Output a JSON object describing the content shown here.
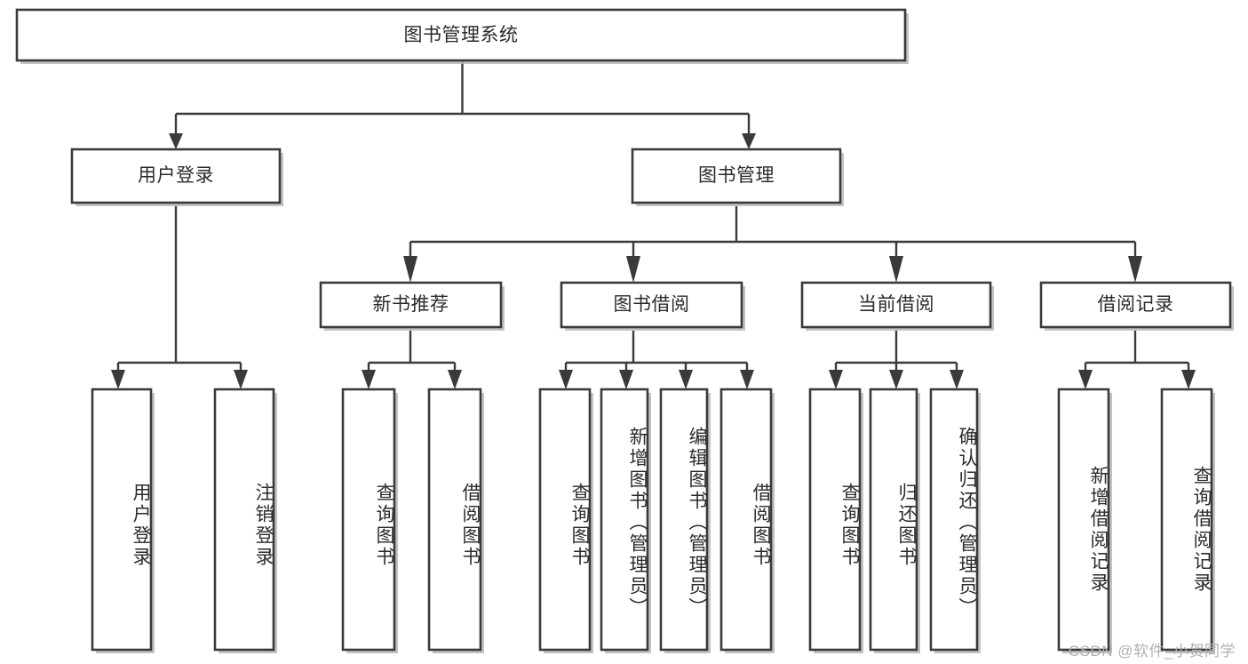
{
  "diagram": {
    "type": "tree",
    "title": "图书管理系统",
    "watermark": "CSDN @软件_小贺同学",
    "colors": {
      "box_stroke": "#3a3a3a",
      "box_fill": "#ffffff",
      "text": "#2b2b2b",
      "background": "#ffffff",
      "watermark": "#b0b0b0"
    },
    "root": {
      "label": "图书管理系统"
    },
    "level2": [
      {
        "label": "用户登录"
      },
      {
        "label": "图书管理"
      }
    ],
    "level3": [
      {
        "label": "新书推荐"
      },
      {
        "label": "图书借阅"
      },
      {
        "label": "当前借阅"
      },
      {
        "label": "借阅记录"
      }
    ],
    "leaves": {
      "user_login": [
        {
          "label": "用户登录"
        },
        {
          "label": "注销登录"
        }
      ],
      "new_book_recommend": [
        {
          "label": "查询图书"
        },
        {
          "label": "借阅图书"
        }
      ],
      "book_borrow": [
        {
          "label": "查询图书"
        },
        {
          "label": "新增图书（管理员）"
        },
        {
          "label": "编辑图书（管理员）"
        },
        {
          "label": "借阅图书"
        }
      ],
      "current_borrow": [
        {
          "label": "查询图书"
        },
        {
          "label": "归还图书"
        },
        {
          "label": "确认归还（管理员）"
        }
      ],
      "borrow_record": [
        {
          "label": "新增借阅记录"
        },
        {
          "label": "查询借阅记录"
        }
      ]
    }
  }
}
